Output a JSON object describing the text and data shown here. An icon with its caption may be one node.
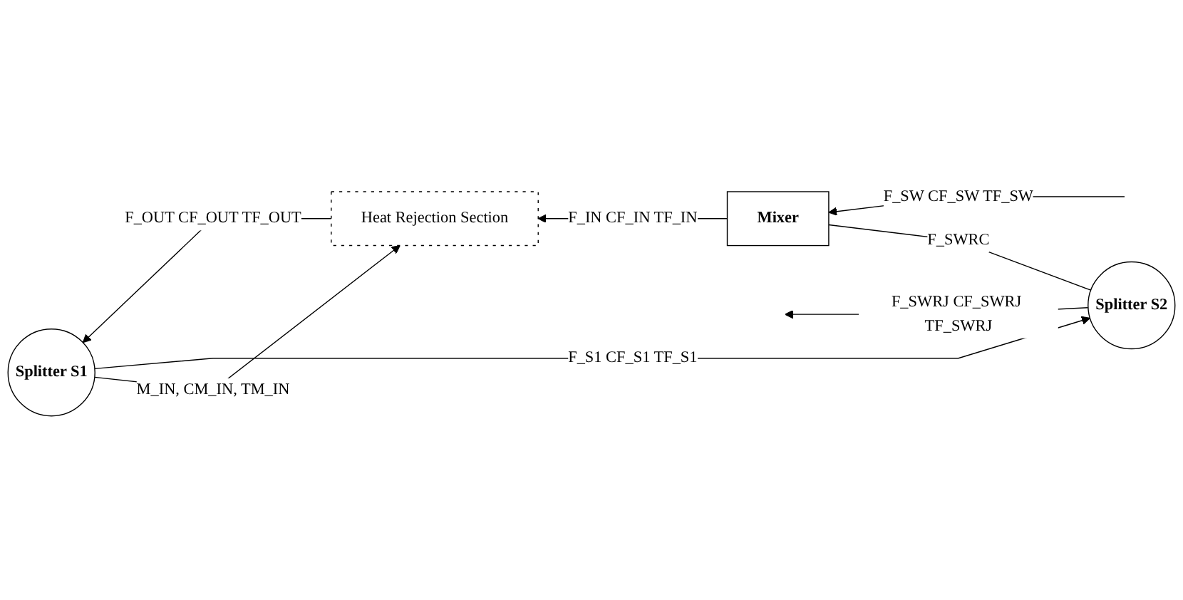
{
  "diagram": {
    "nodes": [
      {
        "text": [
          "Splitter S2"
        ]
      },
      {
        "text": [
          "Splitter S1"
        ]
      },
      {
        "text": [
          "Heat Rejection Section"
        ]
      },
      {
        "text": [
          "Mixer"
        ]
      }
    ],
    "edges": [
      {
        "from": null,
        "to": 3,
        "arrow": "to",
        "label": "F_SW CF_SW TF_SW"
      },
      {
        "from": 3,
        "to": 2,
        "arrow": "to",
        "label": "F_IN CF_IN TF_IN"
      },
      {
        "from": 2,
        "to": 1,
        "arrow": "to",
        "label": "F_OUT CF_OUT TF_OUT"
      },
      {
        "from": 1,
        "to": 0,
        "arrow": "to",
        "label": "F_S1 CF_S1 TF_S1"
      },
      {
        "from": 1,
        "to": 2,
        "arrow": "to",
        "label": "M_IN, CM_IN, TM_IN"
      },
      {
        "from": 0,
        "to": null,
        "arrow": "to",
        "label": "F_SWRJ CF_SWRJ TF_SWRJ"
      },
      {
        "from": 0,
        "to": 3,
        "arrow": "none",
        "label": "F_SWRC"
      }
    ]
  }
}
